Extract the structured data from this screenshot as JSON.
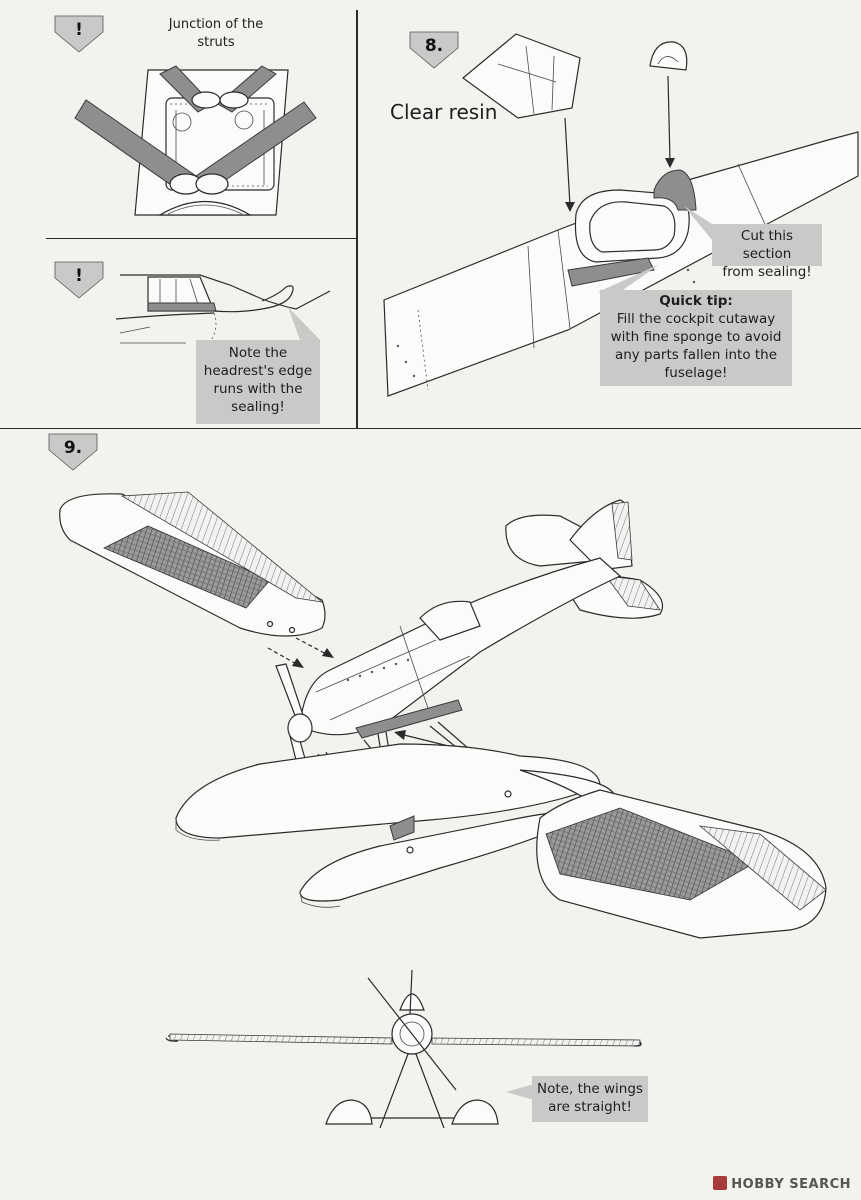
{
  "steps": {
    "warning_1": {
      "badge": "!",
      "caption_lines": [
        "Junction of the",
        "struts"
      ]
    },
    "warning_2": {
      "badge": "!",
      "callout_lines": [
        "Note the",
        "headrest's edge",
        "runs with the",
        "sealing!"
      ]
    },
    "step_8": {
      "badge": "8.",
      "label": "Clear resin",
      "callout_cut_lines": [
        "Cut this section",
        "from sealing!"
      ],
      "tip_title": "Quick tip:",
      "tip_lines": [
        "Fill the cockpit cutaway",
        "with fine sponge to avoid",
        "any parts fallen into the",
        "fuselage!"
      ]
    },
    "step_9": {
      "badge": "9.",
      "callout_lines": [
        "Note, the wings",
        "are straight!"
      ]
    }
  },
  "watermark": {
    "brand": "HOBBY SEARCH"
  },
  "colors": {
    "callout_bg": "#c9c9c7",
    "badge_bg": "#c9c9c7",
    "line": "#2b2b2b"
  }
}
